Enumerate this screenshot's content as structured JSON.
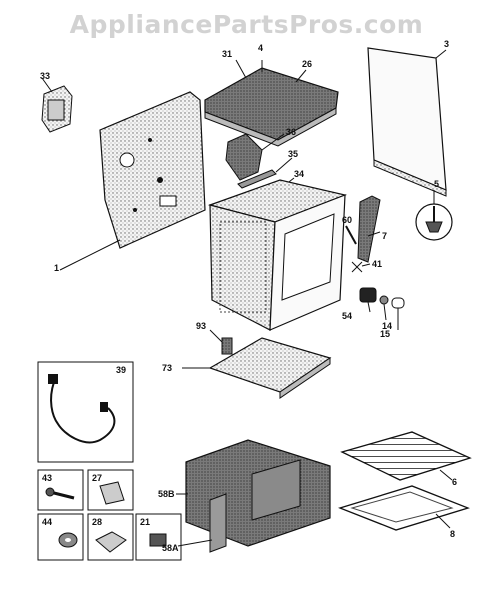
{
  "watermark": "AppliancePartsPros.com",
  "callouts": [
    {
      "id": "c33",
      "text": "33"
    },
    {
      "id": "c31",
      "text": "31"
    },
    {
      "id": "c4",
      "text": "4"
    },
    {
      "id": "c26",
      "text": "26"
    },
    {
      "id": "c3",
      "text": "3"
    },
    {
      "id": "c36",
      "text": "36"
    },
    {
      "id": "c35",
      "text": "35"
    },
    {
      "id": "c34",
      "text": "34"
    },
    {
      "id": "c5",
      "text": "5"
    },
    {
      "id": "c60",
      "text": "60"
    },
    {
      "id": "c7",
      "text": "7"
    },
    {
      "id": "c1",
      "text": "1"
    },
    {
      "id": "c41",
      "text": "41"
    },
    {
      "id": "c54",
      "text": "54"
    },
    {
      "id": "c14",
      "text": "14"
    },
    {
      "id": "c15",
      "text": "15"
    },
    {
      "id": "c93",
      "text": "93"
    },
    {
      "id": "c73",
      "text": "73"
    },
    {
      "id": "c39",
      "text": "39"
    },
    {
      "id": "c43",
      "text": "43"
    },
    {
      "id": "c27",
      "text": "27"
    },
    {
      "id": "c44",
      "text": "44"
    },
    {
      "id": "c28",
      "text": "28"
    },
    {
      "id": "c21",
      "text": "21"
    },
    {
      "id": "c58b",
      "text": "58B"
    },
    {
      "id": "c58a",
      "text": "58A"
    },
    {
      "id": "c6",
      "text": "6"
    },
    {
      "id": "c8",
      "text": "8"
    }
  ]
}
